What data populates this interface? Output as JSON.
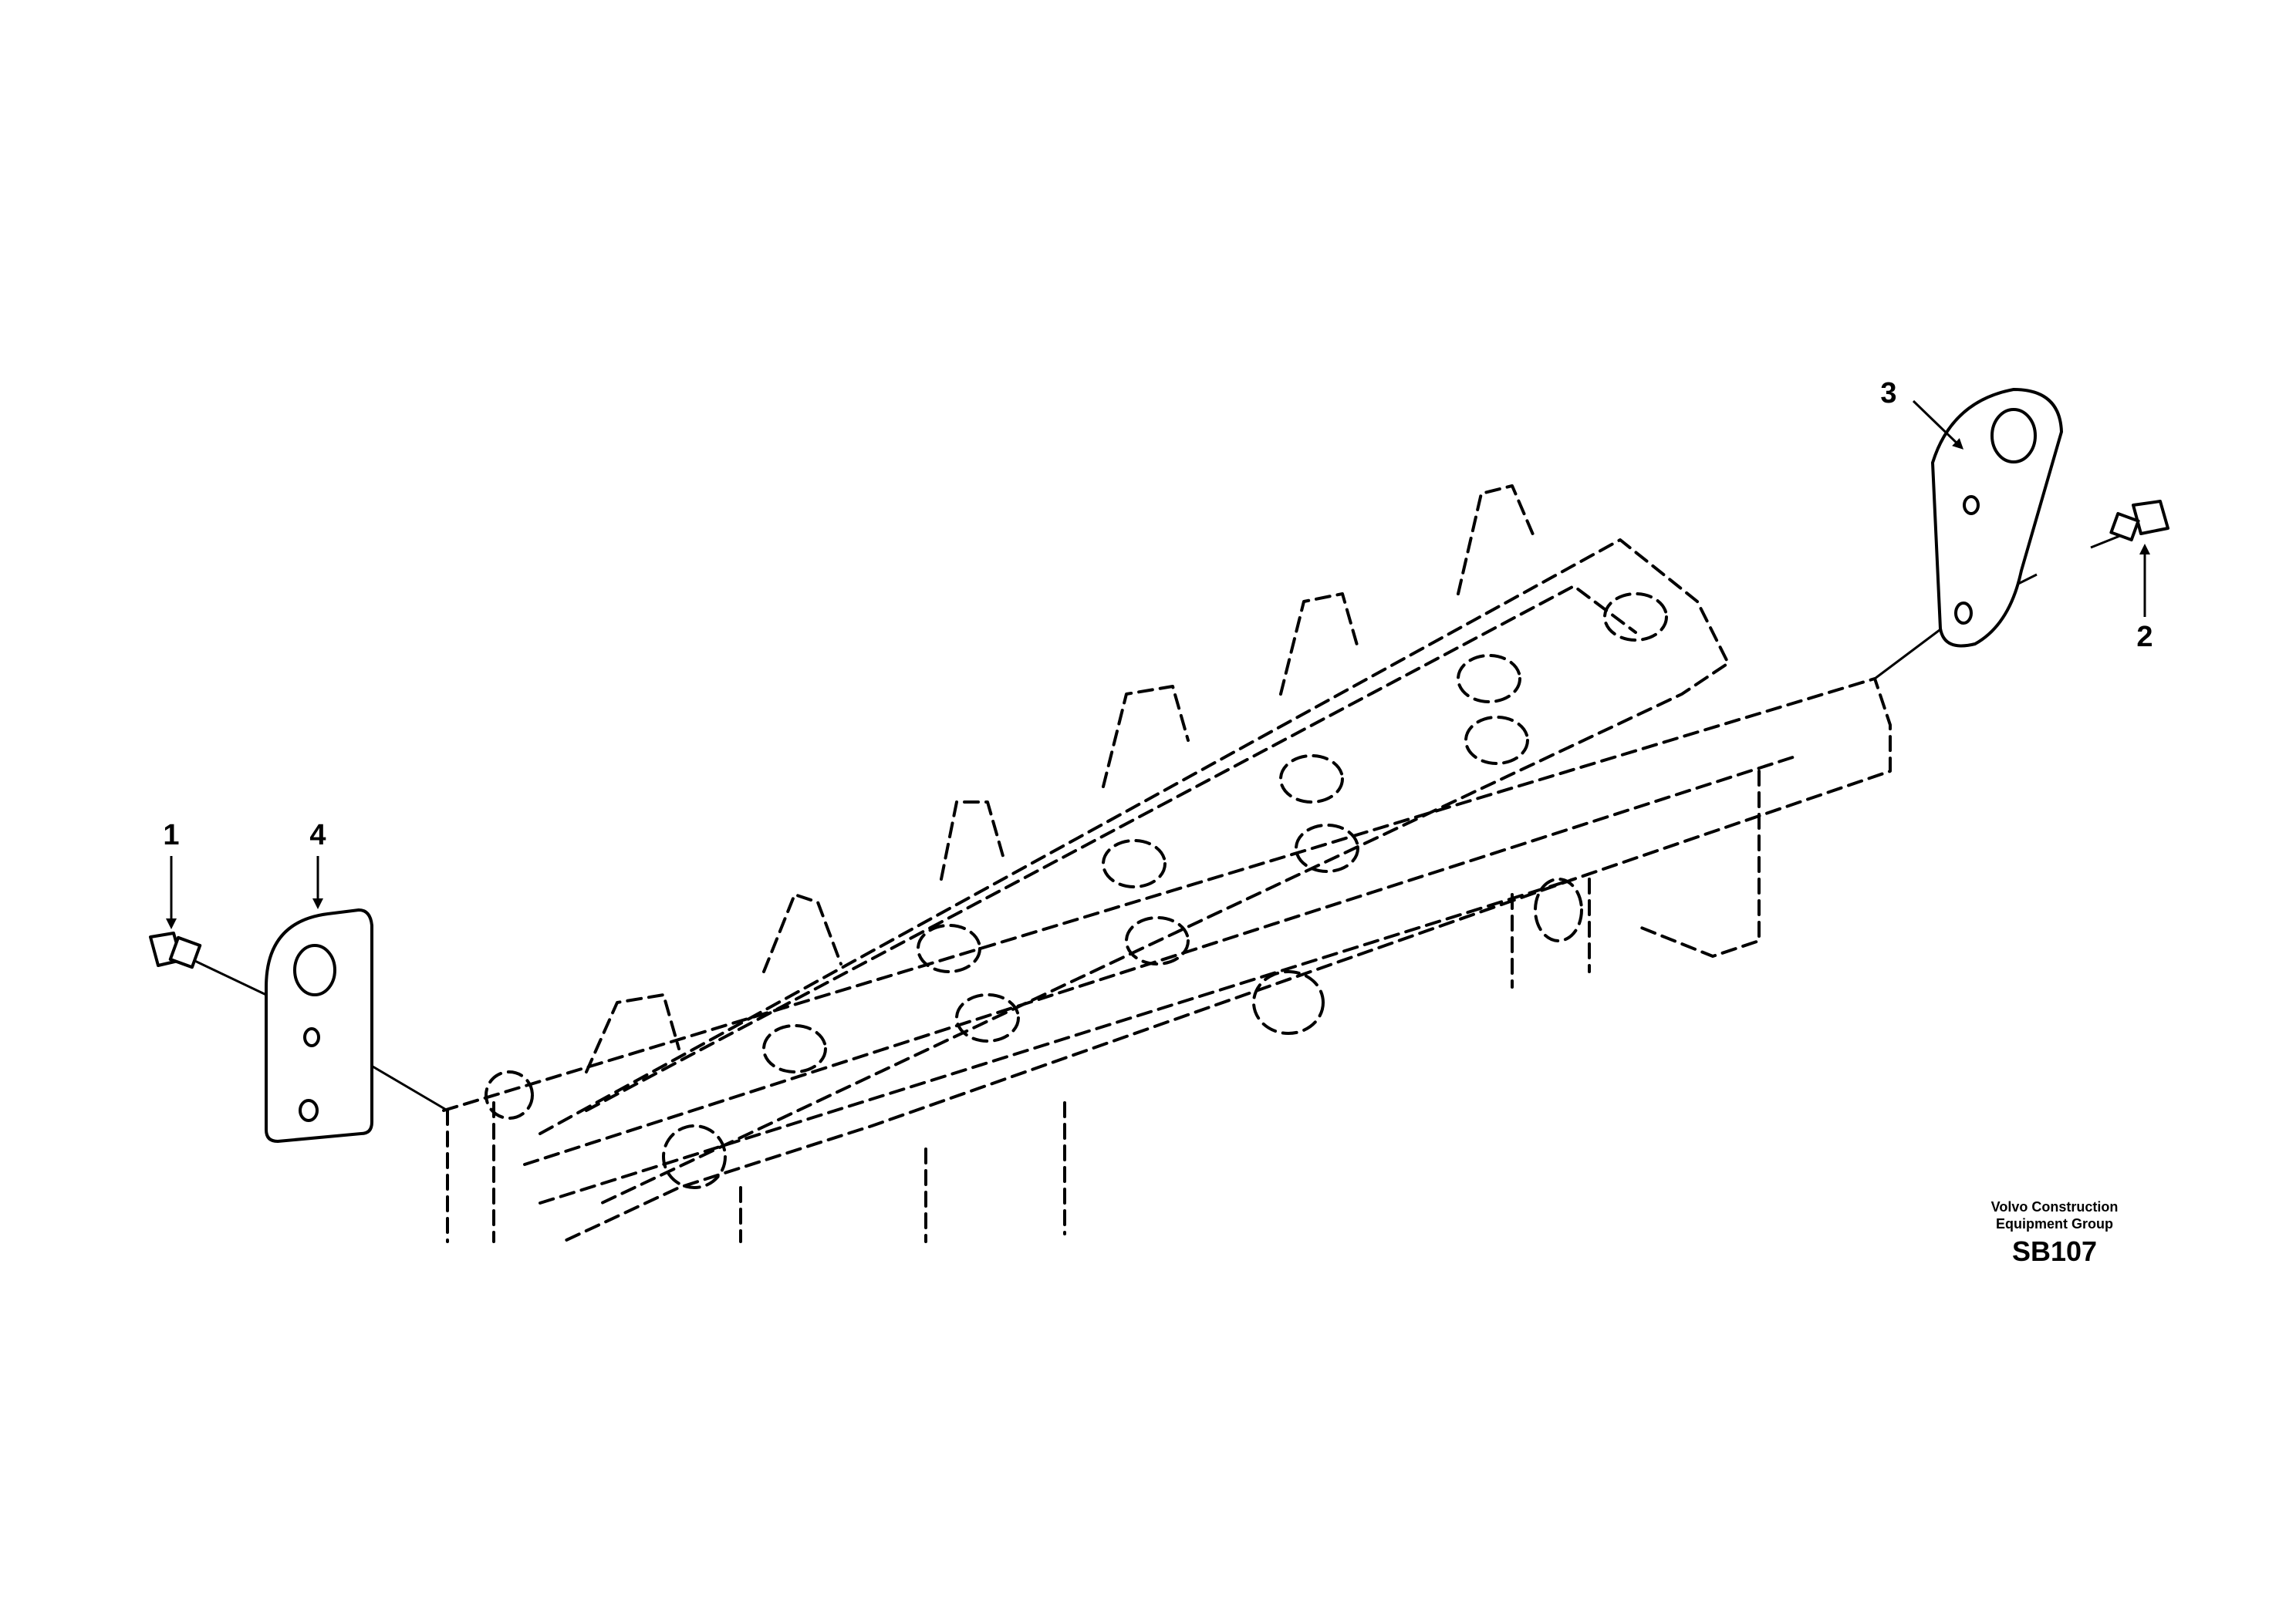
{
  "callouts": [
    {
      "id": "1",
      "label": "1"
    },
    {
      "id": "2",
      "label": "2"
    },
    {
      "id": "3",
      "label": "3"
    },
    {
      "id": "4",
      "label": "4"
    }
  ],
  "credit": {
    "line1": "Volvo Construction",
    "line2": "Equipment Group",
    "code": "SB107"
  }
}
